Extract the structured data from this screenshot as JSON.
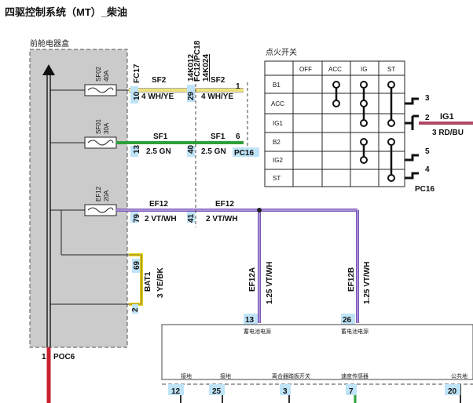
{
  "title": "四驱控制系统（MT）_柴油",
  "fuse_box": {
    "label": "前舱电器盒",
    "fuses": [
      {
        "id": "SF02",
        "rating": "40A"
      },
      {
        "id": "SF01",
        "rating": "30A"
      },
      {
        "id": "EF12",
        "rating": "20A"
      }
    ],
    "bottom_pin": "1",
    "bottom_connector": "POC6"
  },
  "wires": {
    "sf2_left_pin": "10",
    "sf2_left_conn": "FC17",
    "sf2_left_name": "SF2",
    "sf2_left_spec": "4 WH/YE",
    "sf2_mid_pin": "29",
    "sf2_mid_label1": "14K012",
    "sf2_mid_label2": "FC12/PC18",
    "sf2_mid_label3": "14K024",
    "sf2_right_name": "SF2",
    "sf2_right_spec": "4 WH/YE",
    "sf2_right_pin": "1",
    "sf1_left_pin": "13",
    "sf1_left_name": "SF1",
    "sf1_left_spec": "2.5 GN",
    "sf1_mid_pin": "40",
    "sf1_right_name": "SF1",
    "sf1_right_spec": "2.5 GN",
    "sf1_right_pin": "6",
    "sf1_right_conn": "PC16",
    "ef12_left_pin": "79",
    "ef12_left_name": "EF12",
    "ef12_left_spec": "2 VT/WH",
    "ef12_mid_pin": "41",
    "ef12_right_name": "EF12",
    "ef12_right_spec": "2 VT/WH",
    "bat1_top_pin": "69",
    "bat1_name": "BAT1",
    "bat1_spec": "3 YE/BK",
    "bat1_bottom_pin": "2",
    "ef12a_name": "EF12A",
    "ef12a_spec": "1.25 VT/WH",
    "ef12a_pin": "13",
    "ef12a_func": "蓄电池电源",
    "ef12b_name": "EF12B",
    "ef12b_spec": "1.25 VT/WH",
    "ef12b_pin": "26",
    "ef12b_func": "蓄电池电源"
  },
  "ignition_switch": {
    "title": "点火开关",
    "columns": [
      "OFF",
      "ACC",
      "IG",
      "ST"
    ],
    "rows": [
      "B1",
      "ACC",
      "IG1",
      "B2",
      "IG2",
      "ST"
    ],
    "out_pins": [
      "3",
      "2",
      "5",
      "4"
    ],
    "ig1_name": "IG1",
    "ig1_spec": "3 RD/BU",
    "connector": "PC16"
  },
  "bottom_module": {
    "pins": [
      {
        "pin": "12",
        "label": "接地"
      },
      {
        "pin": "25",
        "label": "接地"
      },
      {
        "pin": "3",
        "label": "离合器踏板开关"
      },
      {
        "pin": "7",
        "label": "速度传感器"
      },
      {
        "pin": "20",
        "label": "公共地"
      }
    ]
  },
  "colors": {
    "wh_ye": "#f0e27a",
    "gn": "#2ea03a",
    "vt_wh": "#7a55b8",
    "ye_bk": "#e8d21c",
    "rd": "#c8202c",
    "rd_bu": "#b04a64",
    "fuse_box_fill": "#cbcbcb",
    "highlight": "#bfe3f7"
  }
}
